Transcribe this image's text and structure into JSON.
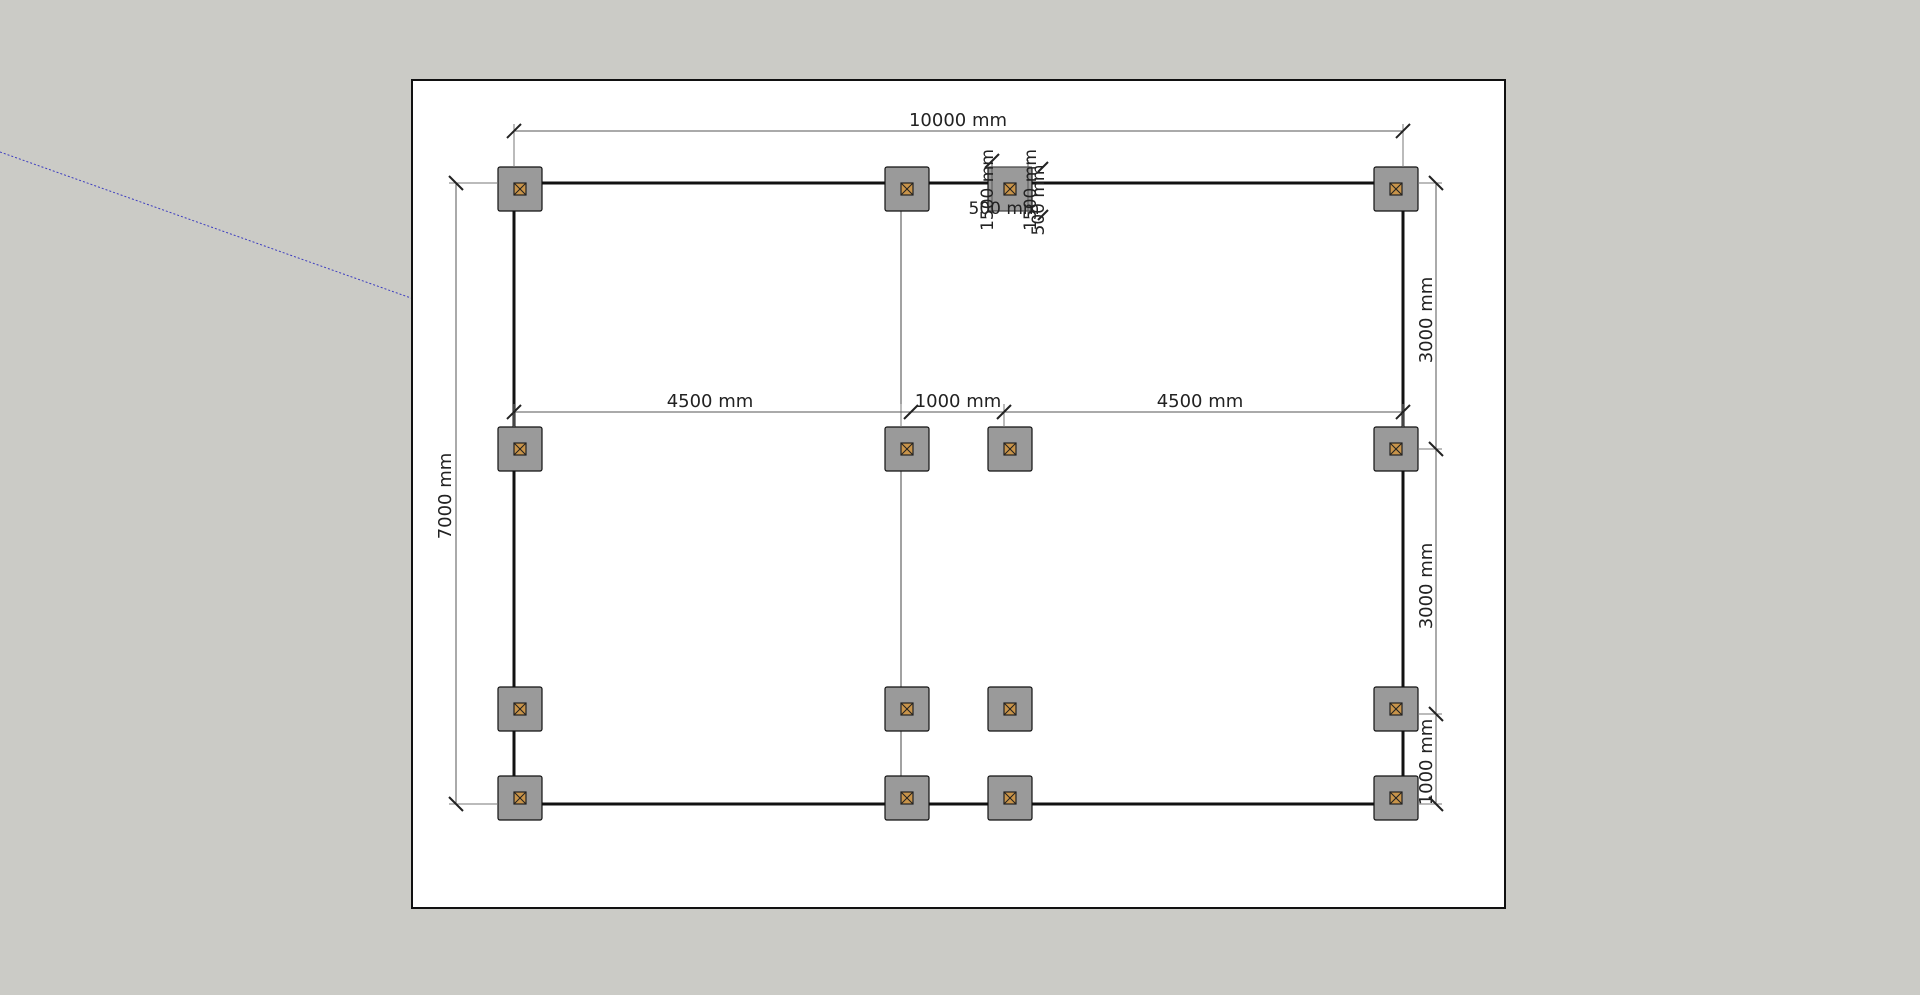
{
  "app": {
    "view": "SketchUp model viewport - top plan view"
  },
  "colors": {
    "background": "#cbcbc6",
    "sheet": "#ffffff",
    "footing": "#9a9a9a",
    "post": "#c8944a",
    "guide_line": "#3d3dbf"
  },
  "dimensions": {
    "overall_width": "10000 mm",
    "overall_depth": "7000 mm",
    "bay_left": "4500 mm",
    "bay_middle": "1000 mm",
    "bay_right": "4500 mm",
    "right_span_top": "3000 mm",
    "right_span_middle": "3000 mm",
    "right_span_bottom": "1000 mm",
    "footing_size_a": "1500 mm",
    "footing_size_b": "500 mm",
    "footing_size_c": "1500 mm",
    "footing_size_d": "500 mm"
  }
}
